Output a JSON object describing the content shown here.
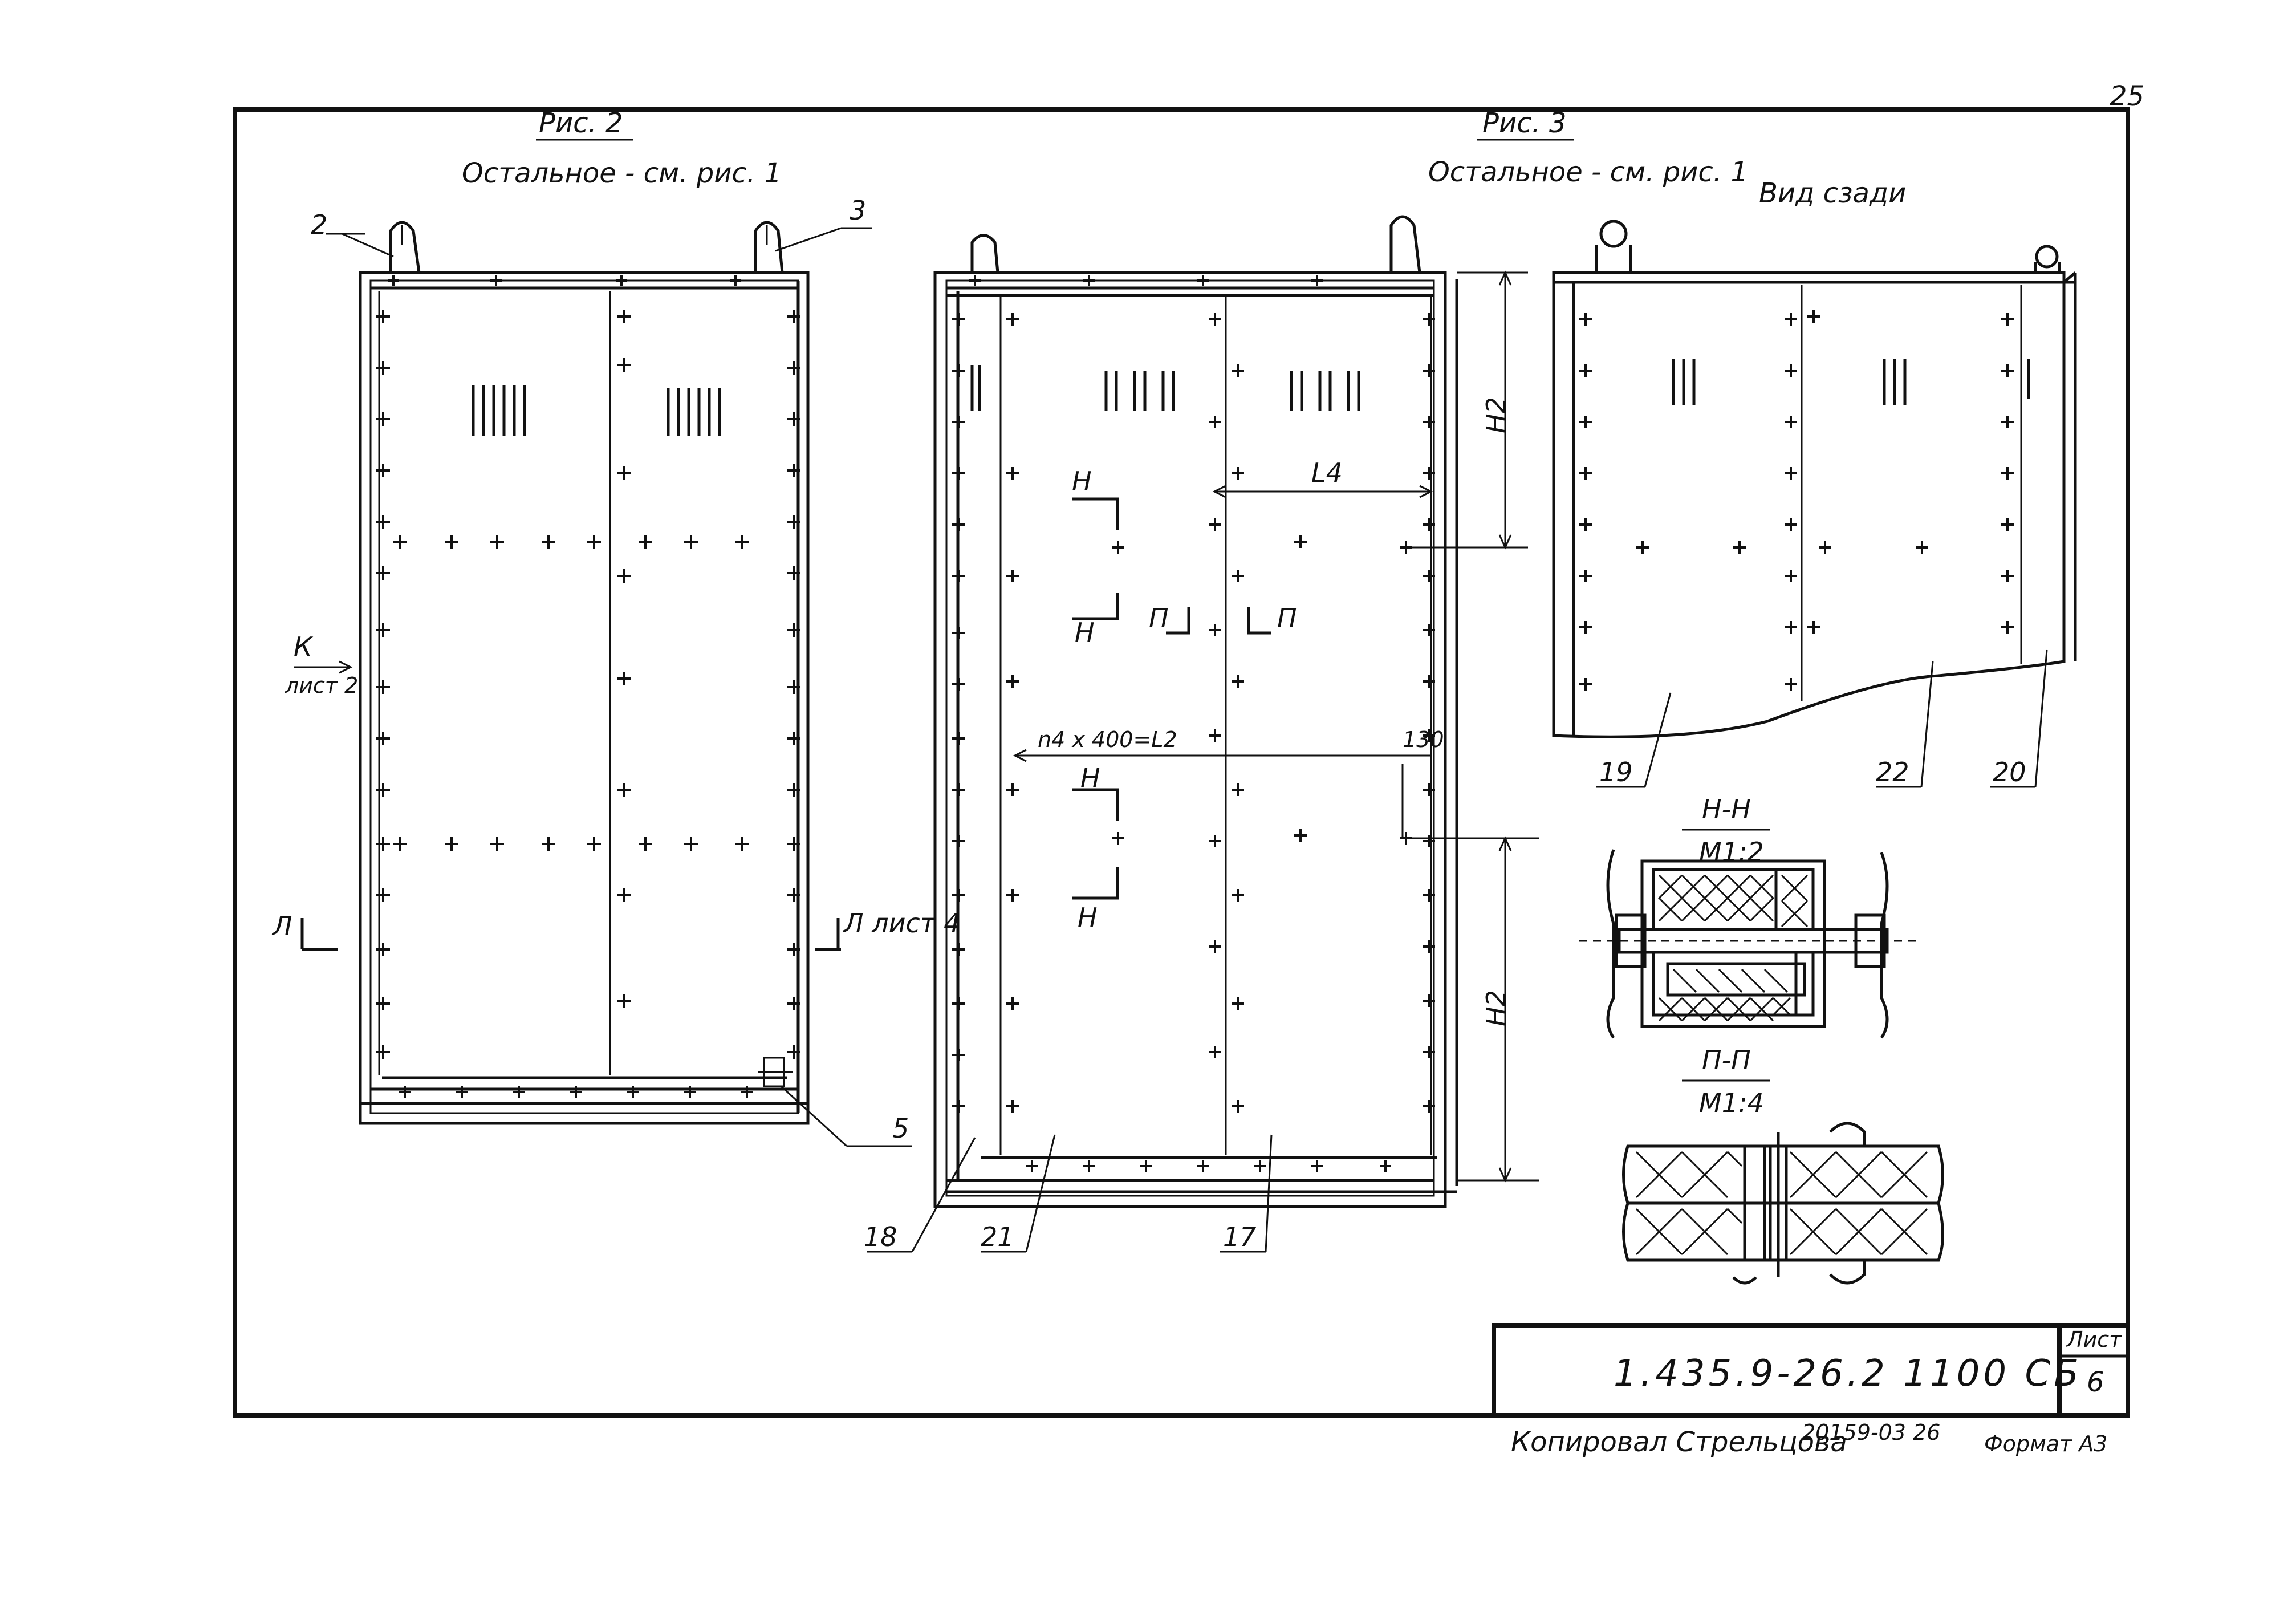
{
  "page_number": "25",
  "figure2": {
    "title": "Рис. 2",
    "subtitle": "Остальное - см. рис. 1",
    "callouts": [
      "2",
      "3",
      "5"
    ],
    "section_k": "К",
    "section_k_sheet": "лист 2",
    "section_l_left": "Л",
    "section_l_right": "Л лист 4"
  },
  "figure3": {
    "title": "Рис. 3",
    "subtitle": "Остальное - см. рис. 1",
    "back_view": "Вид сзади",
    "callouts": [
      "18",
      "21",
      "17",
      "19",
      "22",
      "20"
    ],
    "dim_h2_top": "Н2",
    "dim_h2_bottom": "Н2",
    "dim_l4": "L4",
    "dim_formula": "n4 x 400=L2",
    "dim_130": "130",
    "section_marks": [
      "Н",
      "Н",
      "П",
      "П",
      "Н",
      "Н"
    ]
  },
  "section_hh": {
    "title": "Н-Н",
    "scale": "М1:2"
  },
  "section_pp": {
    "title": "П-П",
    "scale": "М1:4"
  },
  "title_block": {
    "code": "1.435.9-26.2   1100 СБ",
    "sheet_label": "Лист",
    "sheet_number": "6"
  },
  "footer": {
    "copied_by": "Копировал Стрельцова",
    "order": "20159-03   26",
    "format": "Формат А3"
  }
}
